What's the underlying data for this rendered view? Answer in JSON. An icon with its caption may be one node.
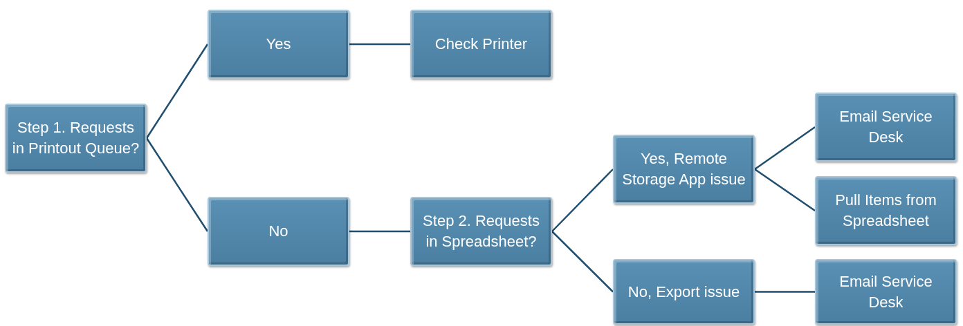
{
  "diagram": {
    "nodes": [
      {
        "text": [
          "Step 1. Requests in Printout Queue?"
        ]
      },
      {
        "text": [
          "Yes"
        ]
      },
      {
        "text": [
          "Check Printer"
        ]
      },
      {
        "text": [
          "No"
        ]
      },
      {
        "text": [
          "Step 2. Requests in Spreadsheet?"
        ]
      },
      {
        "text": [
          "Yes, Remote Storage App issue"
        ]
      },
      {
        "text": [
          "Email Service Desk"
        ]
      },
      {
        "text": [
          "Pull Items from Spreadsheet"
        ]
      },
      {
        "text": [
          "No, Export issue"
        ]
      },
      {
        "text": [
          "Email Service Desk"
        ]
      }
    ],
    "edges": [
      {
        "from": 0,
        "to": 1,
        "arrow": "none"
      },
      {
        "from": 0,
        "to": 3,
        "arrow": "none"
      },
      {
        "from": 1,
        "to": 2,
        "arrow": "none"
      },
      {
        "from": 3,
        "to": 4,
        "arrow": "none"
      },
      {
        "from": 4,
        "to": 5,
        "arrow": "none"
      },
      {
        "from": 4,
        "to": 8,
        "arrow": "none"
      },
      {
        "from": 5,
        "to": 6,
        "arrow": "none"
      },
      {
        "from": 5,
        "to": 7,
        "arrow": "none"
      },
      {
        "from": 8,
        "to": 9,
        "arrow": "none"
      }
    ]
  }
}
